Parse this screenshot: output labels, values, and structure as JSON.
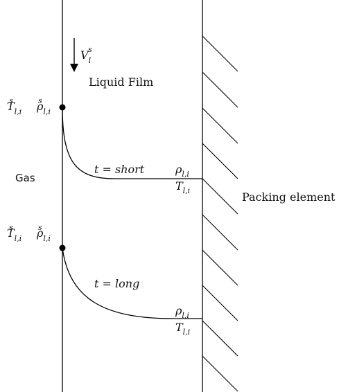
{
  "labels": {
    "gas": "Gas",
    "liquid_film": "Liquid Film",
    "packing_element": "Packing element"
  },
  "symbols": {
    "velocity": {
      "main": "V",
      "sub": "l",
      "sup": "s"
    },
    "surface_temp": {
      "main": "T",
      "sub": "l,i",
      "sup": "s"
    },
    "surface_density": {
      "main": "ρ",
      "sub": "l,i",
      "sup": "s"
    },
    "bulk_density": {
      "main": "ρ",
      "sub": "l,i"
    },
    "bulk_temp": {
      "main": "T",
      "sub": "l,i"
    }
  },
  "curves": [
    {
      "label": "t = short"
    },
    {
      "label": "t = long"
    }
  ],
  "colors": {
    "line": "#000000",
    "text": "#111111"
  }
}
